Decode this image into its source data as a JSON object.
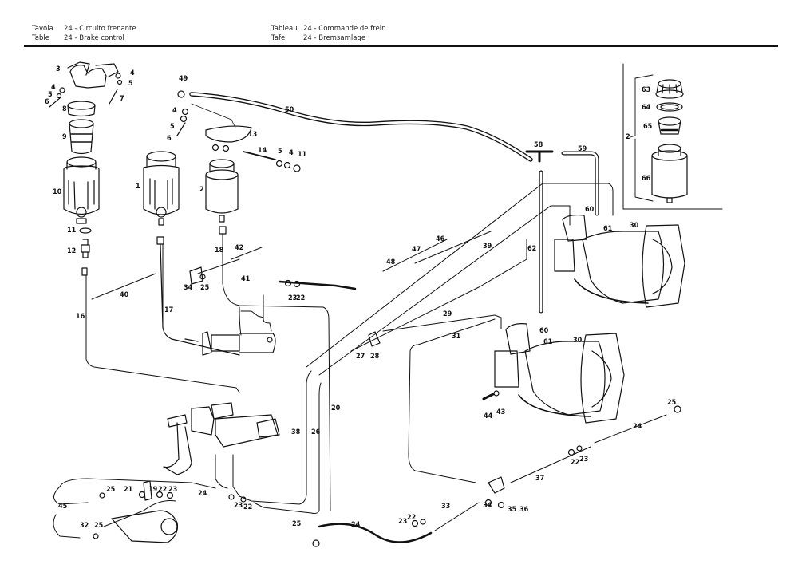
{
  "header": {
    "left": [
      {
        "label": "Tavola",
        "text": "24 - Circuito frenante"
      },
      {
        "label": "Table",
        "text": "24 - Brake control"
      }
    ],
    "right": [
      {
        "label": "Tableau",
        "text": "24 - Commande de frein"
      },
      {
        "label": "Tafel",
        "text": "24 - Bremsamlage"
      }
    ]
  },
  "inset": {
    "group_label": "2",
    "parts": [
      "63",
      "64",
      "65",
      "66"
    ]
  },
  "callouts": [
    {
      "id": "c3",
      "text": "3"
    },
    {
      "id": "c4a",
      "text": "4"
    },
    {
      "id": "c5a",
      "text": "5"
    },
    {
      "id": "c4b",
      "text": "4"
    },
    {
      "id": "c5b",
      "text": "5"
    },
    {
      "id": "c6a",
      "text": "6"
    },
    {
      "id": "c7",
      "text": "7"
    },
    {
      "id": "c8",
      "text": "8"
    },
    {
      "id": "c9",
      "text": "9"
    },
    {
      "id": "c10",
      "text": "10"
    },
    {
      "id": "c11",
      "text": "11"
    },
    {
      "id": "c12",
      "text": "12"
    },
    {
      "id": "c16",
      "text": "16"
    },
    {
      "id": "c49",
      "text": "49"
    },
    {
      "id": "c4c",
      "text": "4"
    },
    {
      "id": "c5c",
      "text": "5"
    },
    {
      "id": "c6b",
      "text": "6"
    },
    {
      "id": "c1",
      "text": "1"
    },
    {
      "id": "c2",
      "text": "2"
    },
    {
      "id": "c13",
      "text": "13"
    },
    {
      "id": "c14",
      "text": "14"
    },
    {
      "id": "c5d",
      "text": "5"
    },
    {
      "id": "c4d",
      "text": "4"
    },
    {
      "id": "c11b",
      "text": "11"
    },
    {
      "id": "c50",
      "text": "50"
    },
    {
      "id": "c58",
      "text": "58"
    },
    {
      "id": "c59",
      "text": "59"
    },
    {
      "id": "c60a",
      "text": "60"
    },
    {
      "id": "c61a",
      "text": "61"
    },
    {
      "id": "c30a",
      "text": "30"
    },
    {
      "id": "c18",
      "text": "18"
    },
    {
      "id": "c42",
      "text": "42"
    },
    {
      "id": "c41",
      "text": "41"
    },
    {
      "id": "c34a",
      "text": "34"
    },
    {
      "id": "c25a",
      "text": "25"
    },
    {
      "id": "c23a",
      "text": "23"
    },
    {
      "id": "c22a",
      "text": "22"
    },
    {
      "id": "c40",
      "text": "40"
    },
    {
      "id": "c17",
      "text": "17"
    },
    {
      "id": "c48",
      "text": "48"
    },
    {
      "id": "c47",
      "text": "47"
    },
    {
      "id": "c46",
      "text": "46"
    },
    {
      "id": "c39",
      "text": "39"
    },
    {
      "id": "c62",
      "text": "62"
    },
    {
      "id": "c29",
      "text": "29"
    },
    {
      "id": "c31",
      "text": "31"
    },
    {
      "id": "c27",
      "text": "27"
    },
    {
      "id": "c28",
      "text": "28"
    },
    {
      "id": "c60b",
      "text": "60"
    },
    {
      "id": "c61b",
      "text": "61"
    },
    {
      "id": "c30b",
      "text": "30"
    },
    {
      "id": "c44",
      "text": "44"
    },
    {
      "id": "c43",
      "text": "43"
    },
    {
      "id": "c20",
      "text": "20"
    },
    {
      "id": "c38",
      "text": "38"
    },
    {
      "id": "c26",
      "text": "26"
    },
    {
      "id": "c25b",
      "text": "25"
    },
    {
      "id": "c24a",
      "text": "24"
    },
    {
      "id": "c22b",
      "text": "22"
    },
    {
      "id": "c23b",
      "text": "23"
    },
    {
      "id": "c37",
      "text": "37"
    },
    {
      "id": "c25c",
      "text": "25"
    },
    {
      "id": "c21",
      "text": "21"
    },
    {
      "id": "c19",
      "text": "19"
    },
    {
      "id": "c22c",
      "text": "22"
    },
    {
      "id": "c23c",
      "text": "23"
    },
    {
      "id": "c24b",
      "text": "24"
    },
    {
      "id": "c23d",
      "text": "23"
    },
    {
      "id": "c22d",
      "text": "22"
    },
    {
      "id": "c45",
      "text": "45"
    },
    {
      "id": "c32",
      "text": "32"
    },
    {
      "id": "c25d",
      "text": "25"
    },
    {
      "id": "c25e",
      "text": "25"
    },
    {
      "id": "c24c",
      "text": "24"
    },
    {
      "id": "c23e",
      "text": "23"
    },
    {
      "id": "c22e",
      "text": "22"
    },
    {
      "id": "c33",
      "text": "33"
    },
    {
      "id": "c34b",
      "text": "34"
    },
    {
      "id": "c35",
      "text": "35"
    },
    {
      "id": "c36",
      "text": "36"
    }
  ]
}
